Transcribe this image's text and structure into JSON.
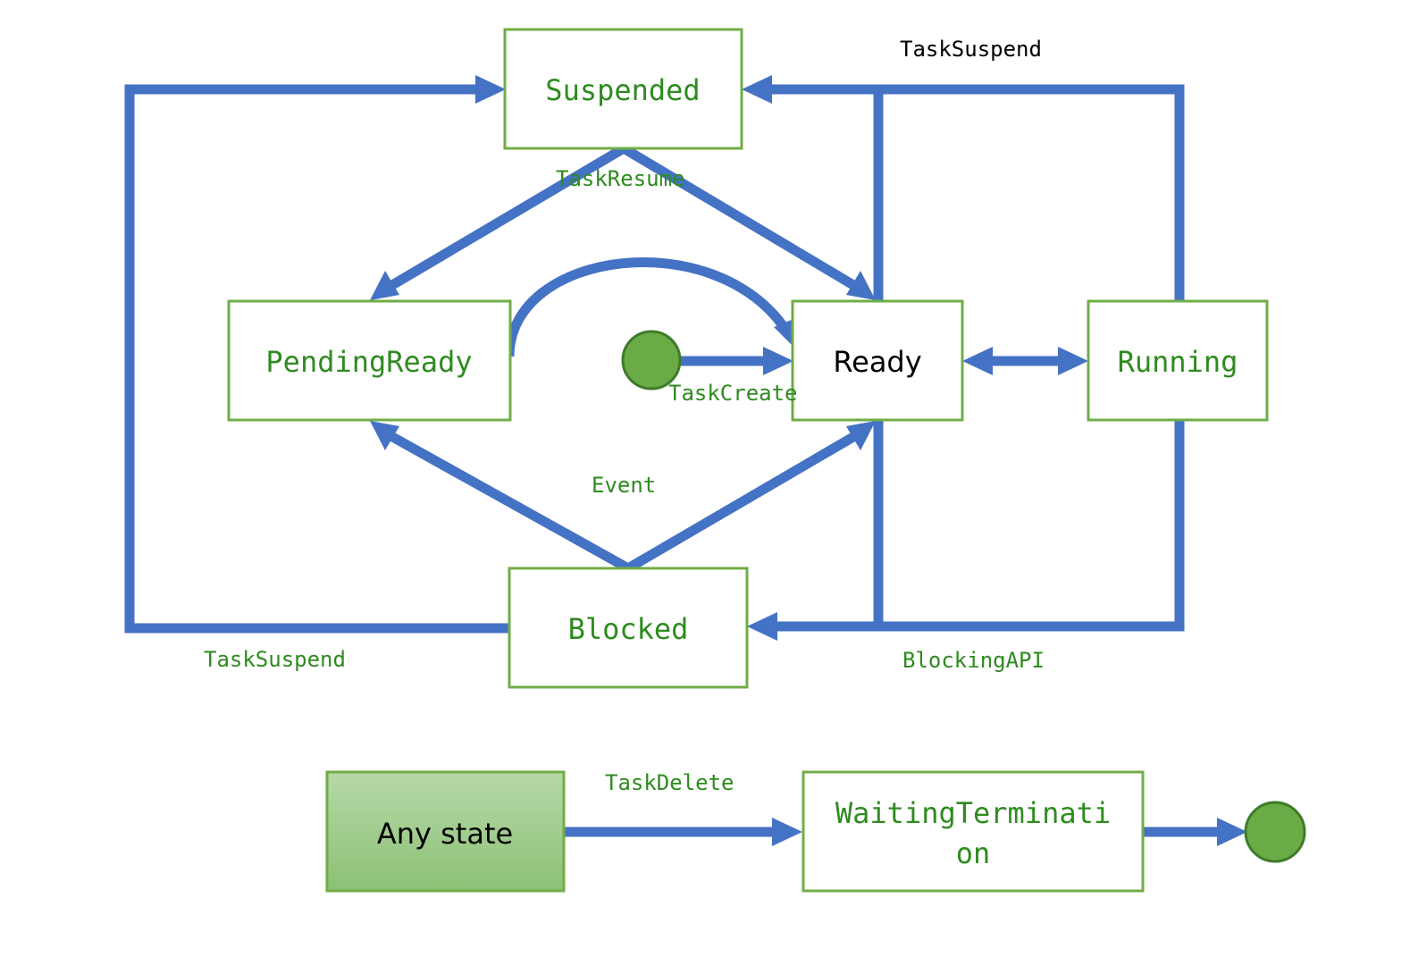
{
  "colors": {
    "arrow": "#4472C4",
    "box_border": "#70AD47",
    "green_text": "#2E8B1F",
    "black_text": "#000000",
    "node_fill": "#6AAB45",
    "node_stroke": "#3E7B2A",
    "any_state_fill_top": "#b3d7a3",
    "any_state_fill_bottom": "#8fc27a"
  },
  "states": {
    "suspended": "Suspended",
    "pending_ready": "PendingReady",
    "ready": "Ready",
    "running": "Running",
    "blocked": "Blocked",
    "any_state": "Any state",
    "waiting_termination_line1": "WaitingTerminati",
    "waiting_termination_line2": "on"
  },
  "transitions": {
    "task_suspend_top": "TaskSuspend",
    "task_resume": "TaskResume",
    "task_create": "TaskCreate",
    "event": "Event",
    "task_suspend_bottom": "TaskSuspend",
    "blocking_api": "BlockingAPI",
    "task_delete": "TaskDelete"
  }
}
